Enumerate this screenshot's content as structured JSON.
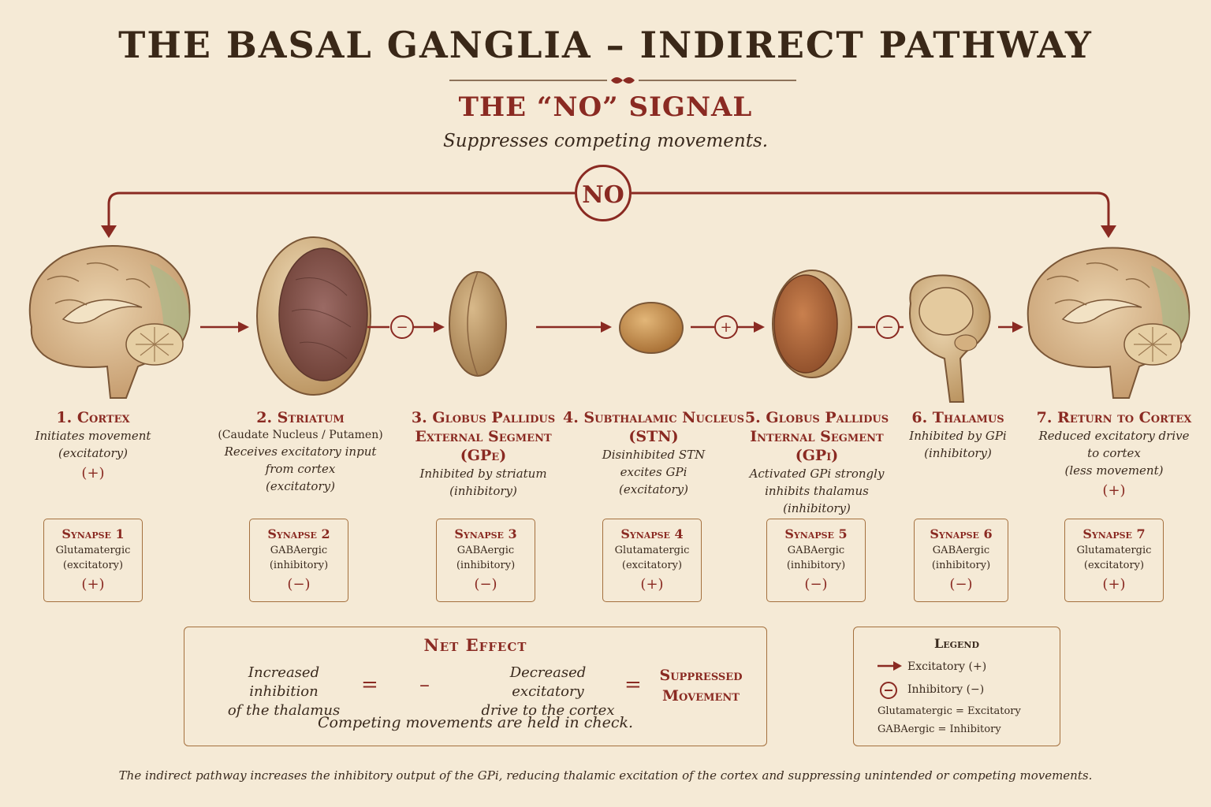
{
  "title": "THE BASAL GANGLIA – INDIRECT PATHWAY",
  "subtitle": "THE “NO” SIGNAL",
  "tagline": "Suppresses competing movements.",
  "no_label": "NO",
  "stages": [
    {
      "title": "1. Cortex",
      "sub": "",
      "desc1": "Initiates movement",
      "desc2": "(excitatory)",
      "desc3": "",
      "sign": "(+)"
    },
    {
      "title": "2. Striatum",
      "sub": "(Caudate Nucleus / Putamen)",
      "desc1": "Receives excitatory input",
      "desc2": "from cortex",
      "desc3": "(excitatory)",
      "sign": ""
    },
    {
      "title": "3. Globus Pallidus",
      "title2": "External Segment (GPe)",
      "desc1": "Inhibited by striatum",
      "desc2": "(inhibitory)",
      "desc3": "",
      "sign": ""
    },
    {
      "title": "4. Subthalamic Nucleus",
      "title2": "(STN)",
      "desc1": "Disinhibited STN",
      "desc2": "excites GPi",
      "desc3": "(excitatory)",
      "sign": ""
    },
    {
      "title": "5. Globus Pallidus",
      "title2": "Internal Segment (GPi)",
      "desc1": "Activated GPi strongly",
      "desc2": "inhibits thalamus",
      "desc3": "(inhibitory)",
      "sign": ""
    },
    {
      "title": "6. Thalamus",
      "desc1": "Inhibited by GPi",
      "desc2": "(inhibitory)",
      "desc3": "",
      "sign": ""
    },
    {
      "title": "7. Return to Cortex",
      "desc1": "Reduced excitatory drive",
      "desc2": "to cortex",
      "desc3": "(less movement)",
      "sign": "(+)"
    }
  ],
  "synapses": [
    {
      "title": "Synapse 1",
      "type": "Glutamatergic",
      "effect": "(excitatory)",
      "sign": "(+)"
    },
    {
      "title": "Synapse 2",
      "type": "GABAergic",
      "effect": "(inhibitory)",
      "sign": "(−)"
    },
    {
      "title": "Synapse 3",
      "type": "GABAergic",
      "effect": "(inhibitory)",
      "sign": "(−)"
    },
    {
      "title": "Synapse 4",
      "type": "Glutamatergic",
      "effect": "(excitatory)",
      "sign": "(+)"
    },
    {
      "title": "Synapse 5",
      "type": "GABAergic",
      "effect": "(inhibitory)",
      "sign": "(−)"
    },
    {
      "title": "Synapse 6",
      "type": "GABAergic",
      "effect": "(inhibitory)",
      "sign": "(−)"
    },
    {
      "title": "Synapse 7",
      "type": "Glutamatergic",
      "effect": "(excitatory)",
      "sign": "(+)"
    }
  ],
  "connector_signs": [
    "−",
    "+",
    "−"
  ],
  "net_effect": {
    "title": "Net Effect",
    "a1": "Increased inhibition",
    "a2": "of the thalamus",
    "eq": "=",
    "minus": "–",
    "b1": "Decreased excitatory",
    "b2": "drive to the cortex",
    "result1": "Suppressed",
    "result2": "Movement",
    "footer": "Competing movements are held in check."
  },
  "legend": {
    "title": "Legend",
    "excitatory": "Excitatory (+)",
    "inhibitory": "Inhibitory (−)",
    "note1": "Glutamatergic = Excitatory",
    "note2": "GABAergic = Inhibitory"
  },
  "footer": "The indirect pathway increases the inhibitory output of the GPi, reducing thalamic excitation of the cortex and suppressing unintended or competing movements.",
  "colors": {
    "accent": "#8a2a22",
    "background": "#f5ead6",
    "border": "#a4703e"
  }
}
